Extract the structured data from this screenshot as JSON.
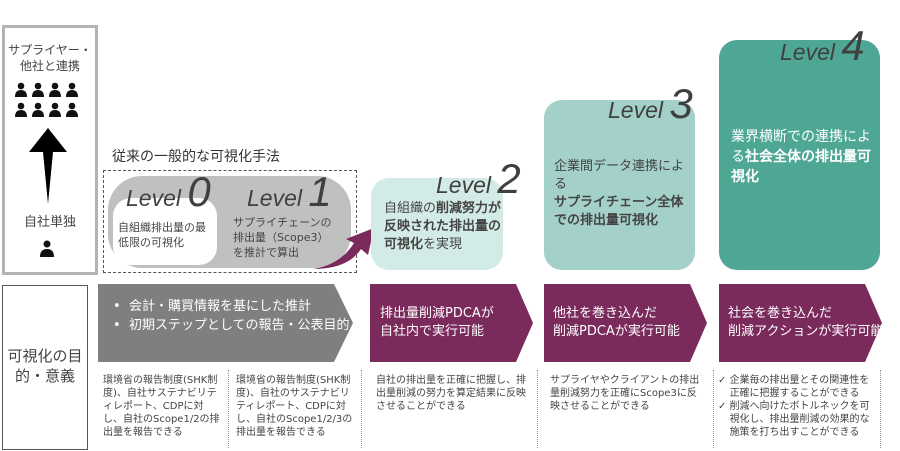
{
  "left_axis": {
    "top_label": "サプライヤー・他社と連携",
    "bottom_label": "自社単独",
    "purpose_label": "可視化の目的・意義"
  },
  "conventional": {
    "heading": "従来の一般的な可視化手法"
  },
  "levels": [
    {
      "word": "Level",
      "num": "0",
      "text": "自組織排出量の最低限の可視化"
    },
    {
      "word": "Level",
      "num": "1",
      "text": "サプライチェーンの排出量（Scope3）を推計で算出"
    },
    {
      "word": "Level",
      "num": "2",
      "text_plain_1": "自組織の",
      "text_bold_1": "削減努力が反映された排出量の可視化",
      "text_plain_2": "を実現"
    },
    {
      "word": "Level",
      "num": "3",
      "text_plain_1": "企業間データ連携による",
      "text_bold_1": "サプライチェーン全体での排出量可視化"
    },
    {
      "word": "Level",
      "num": "4",
      "text_plain_1": "業界横断での連携による",
      "text_bold_1": "社会全体の排出量可視化"
    }
  ],
  "purposes": [
    {
      "bullets": [
        "会計・購買情報を基にした推計",
        "初期ステップとしての報告・公表目的"
      ]
    },
    {
      "line1": "排出量削減PDCAが",
      "line2": "自社内で実行可能"
    },
    {
      "line1": "他社を巻き込んだ",
      "line2": "削減PDCAが実行可能"
    },
    {
      "line1": "社会を巻き込んだ",
      "line2": "削減アクションが実行可能"
    }
  ],
  "descriptions": [
    "環境省の報告制度(SHK制度)、自社サステナビリティレポート、CDPに対し、自社のScope1/2の排出量を報告できる",
    "環境省の報告制度(SHK制度)、自社のサステナビリティレポート、CDPに対し、自社のScope1/2/3の排出量を報告できる",
    "自社の排出量を正確に把握し、排出量削減の努力を算定結果に反映させることができる",
    "サプライヤやクライアントの排出量削減努力を正確にScope3に反映させることができる"
  ],
  "level4_checks": [
    "企業毎の排出量とその関連性を正確に把握することができる",
    "削減へ向けたボトルネックを可視化し、排出量削減の効果的な施策を打ち出すことができる"
  ],
  "colors": {
    "purple": "#7b2a5c",
    "gray_chevron": "#7f7f7f",
    "level2": "#d3ebe6",
    "level3": "#a3d0c8",
    "level4": "#4ea795"
  }
}
